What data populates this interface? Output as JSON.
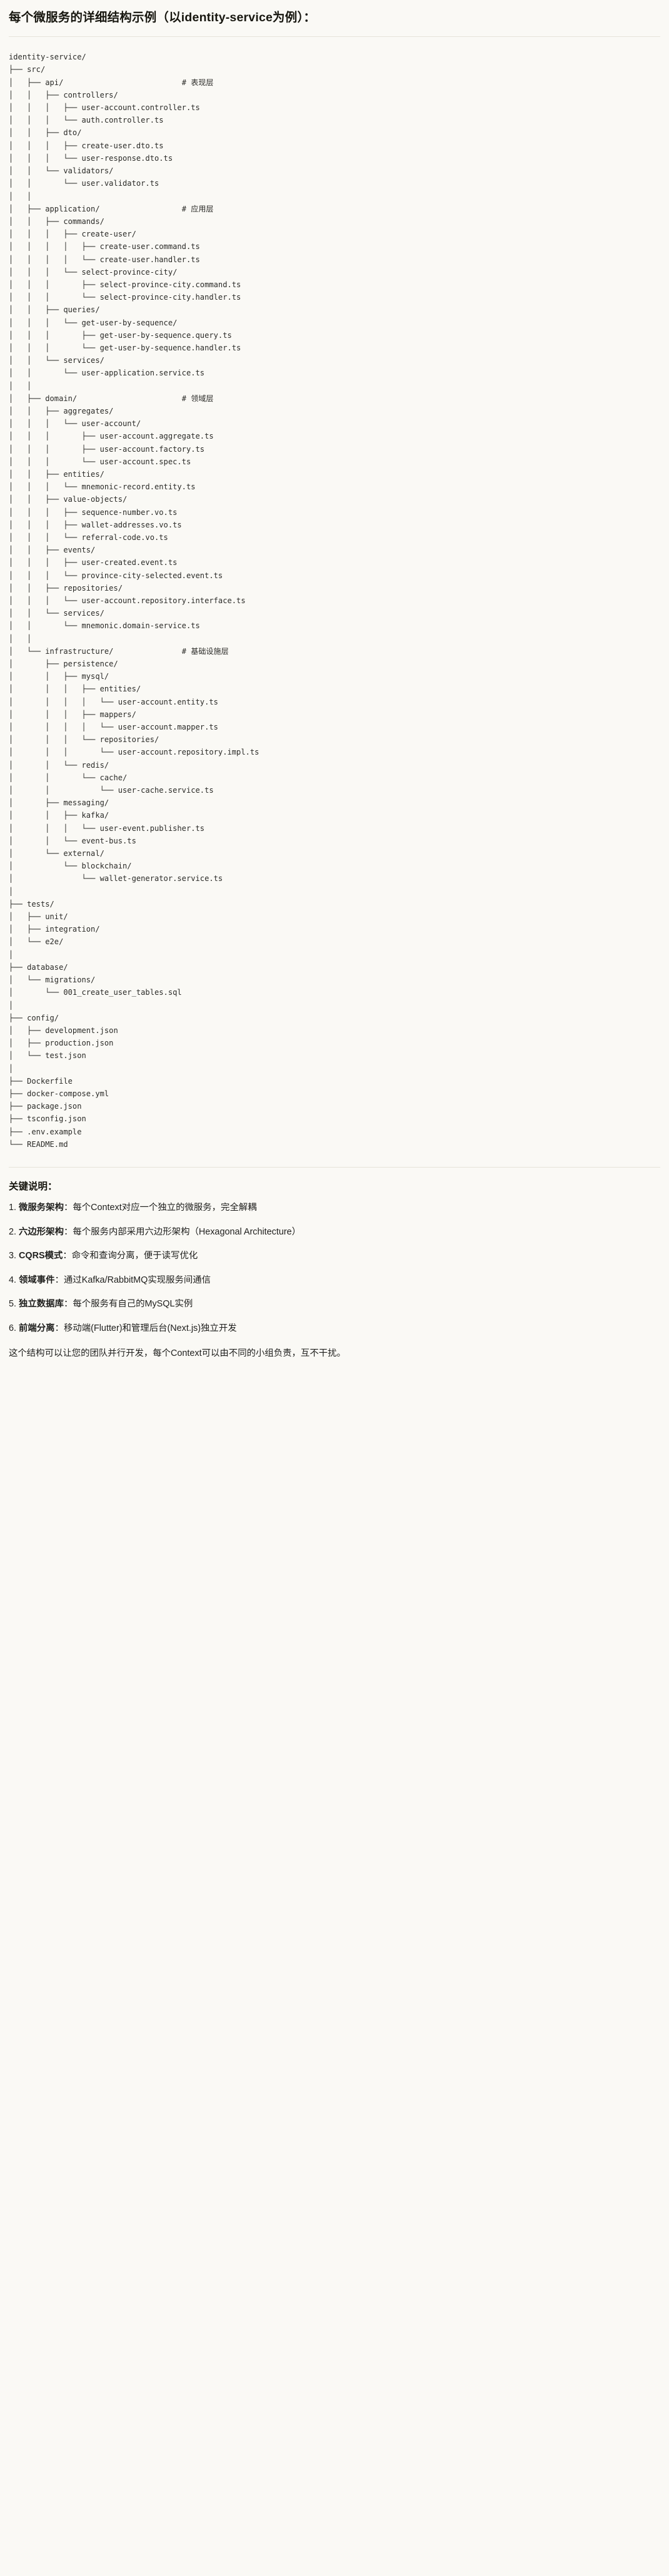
{
  "heading": "每个微服务的详细结构示例（以identity-service为例）：",
  "tree": {
    "root": "identity-service/",
    "lines": [
      "identity-service/",
      "├── src/",
      "│   ├── api/                          # 表现层",
      "│   │   ├── controllers/",
      "│   │   │   ├── user-account.controller.ts",
      "│   │   │   └── auth.controller.ts",
      "│   │   ├── dto/",
      "│   │   │   ├── create-user.dto.ts",
      "│   │   │   └── user-response.dto.ts",
      "│   │   └── validators/",
      "│   │       └── user.validator.ts",
      "│   │",
      "│   ├── application/                  # 应用层",
      "│   │   ├── commands/",
      "│   │   │   ├── create-user/",
      "│   │   │   │   ├── create-user.command.ts",
      "│   │   │   │   └── create-user.handler.ts",
      "│   │   │   └── select-province-city/",
      "│   │   │       ├── select-province-city.command.ts",
      "│   │   │       └── select-province-city.handler.ts",
      "│   │   ├── queries/",
      "│   │   │   └── get-user-by-sequence/",
      "│   │   │       ├── get-user-by-sequence.query.ts",
      "│   │   │       └── get-user-by-sequence.handler.ts",
      "│   │   └── services/",
      "│   │       └── user-application.service.ts",
      "│   │",
      "│   ├── domain/                       # 领域层",
      "│   │   ├── aggregates/",
      "│   │   │   └── user-account/",
      "│   │   │       ├── user-account.aggregate.ts",
      "│   │   │       ├── user-account.factory.ts",
      "│   │   │       └── user-account.spec.ts",
      "│   │   ├── entities/",
      "│   │   │   └── mnemonic-record.entity.ts",
      "│   │   ├── value-objects/",
      "│   │   │   ├── sequence-number.vo.ts",
      "│   │   │   ├── wallet-addresses.vo.ts",
      "│   │   │   └── referral-code.vo.ts",
      "│   │   ├── events/",
      "│   │   │   ├── user-created.event.ts",
      "│   │   │   └── province-city-selected.event.ts",
      "│   │   ├── repositories/",
      "│   │   │   └── user-account.repository.interface.ts",
      "│   │   └── services/",
      "│   │       └── mnemonic.domain-service.ts",
      "│   │",
      "│   └── infrastructure/               # 基础设施层",
      "│       ├── persistence/",
      "│       │   ├── mysql/",
      "│       │   │   ├── entities/",
      "│       │   │   │   └── user-account.entity.ts",
      "│       │   │   ├── mappers/",
      "│       │   │   │   └── user-account.mapper.ts",
      "│       │   │   └── repositories/",
      "│       │   │       └── user-account.repository.impl.ts",
      "│       │   └── redis/",
      "│       │       └── cache/",
      "│       │           └── user-cache.service.ts",
      "│       ├── messaging/",
      "│       │   ├── kafka/",
      "│       │   │   └── user-event.publisher.ts",
      "│       │   └── event-bus.ts",
      "│       └── external/",
      "│           └── blockchain/",
      "│               └── wallet-generator.service.ts",
      "│",
      "├── tests/",
      "│   ├── unit/",
      "│   ├── integration/",
      "│   └── e2e/",
      "│",
      "├── database/",
      "│   └── migrations/",
      "│       └── 001_create_user_tables.sql",
      "│",
      "├── config/",
      "│   ├── development.json",
      "│   ├── production.json",
      "│   └── test.json",
      "│",
      "├── Dockerfile",
      "├── docker-compose.yml",
      "├── package.json",
      "├── tsconfig.json",
      "├── .env.example",
      "└── README.md"
    ],
    "comments": {
      "api": "# 表现层",
      "application": "# 应用层",
      "domain": "# 领域层",
      "infrastructure": "# 基础设施层"
    }
  },
  "notes": {
    "title": "关键说明：",
    "items": [
      {
        "num": "1.",
        "term": "微服务架构",
        "sep": "：",
        "text": "每个Context对应一个独立的微服务，完全解耦"
      },
      {
        "num": "2.",
        "term": "六边形架构",
        "sep": "：",
        "text": "每个服务内部采用六边形架构（Hexagonal Architecture）"
      },
      {
        "num": "3.",
        "term": "CQRS模式",
        "sep": "：",
        "text": "命令和查询分离，便于读写优化"
      },
      {
        "num": "4.",
        "term": "领域事件",
        "sep": "：",
        "text": "通过Kafka/RabbitMQ实现服务间通信"
      },
      {
        "num": "5.",
        "term": "独立数据库",
        "sep": "：",
        "text": "每个服务有自己的MySQL实例"
      },
      {
        "num": "6.",
        "term": "前端分离",
        "sep": "：",
        "text": "移动端(Flutter)和管理后台(Next.js)独立开发"
      }
    ],
    "closing": "这个结构可以让您的团队并行开发，每个Context可以由不同的小组负责，互不干扰。"
  }
}
